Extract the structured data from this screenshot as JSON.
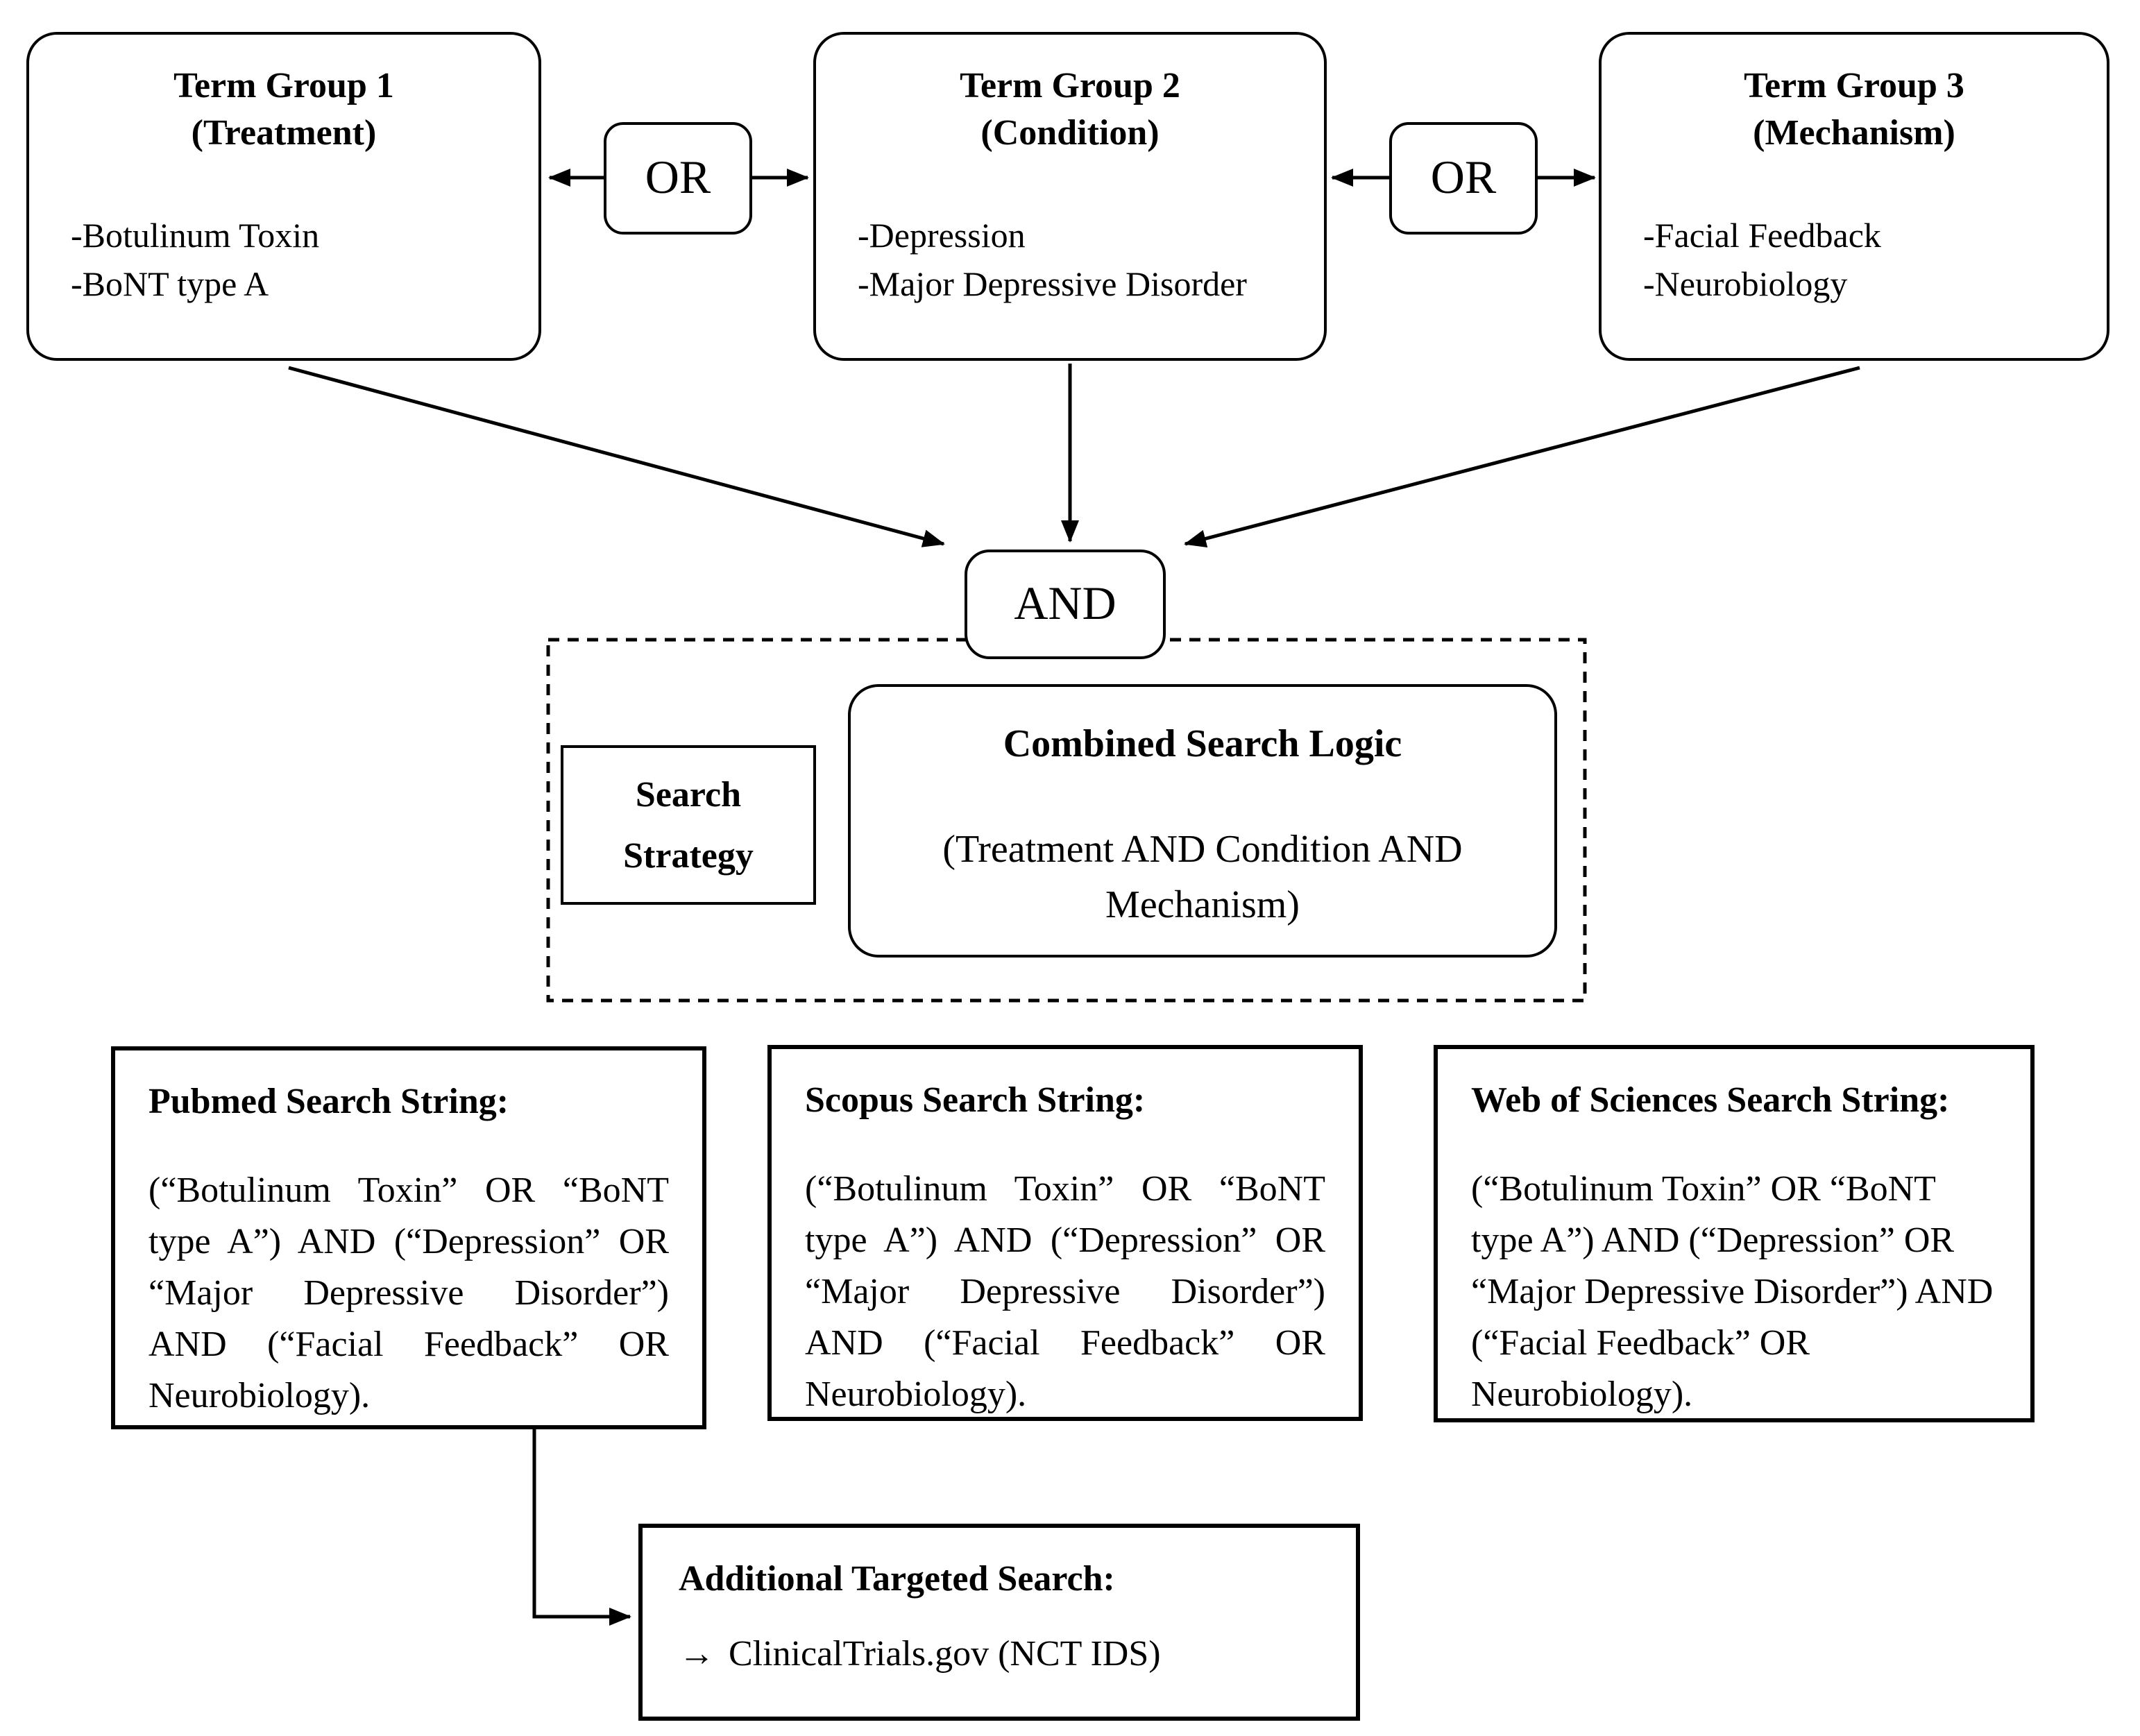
{
  "colors": {
    "ink": "#000000",
    "background": "#ffffff"
  },
  "diagram": {
    "term_groups": [
      {
        "title": "Term Group 1",
        "subtitle": "(Treatment)",
        "items": [
          "-Botulinum Toxin",
          "-BoNT type A"
        ]
      },
      {
        "title": "Term Group 2",
        "subtitle": "(Condition)",
        "items": [
          "-Depression",
          "-Major Depressive Disorder"
        ]
      },
      {
        "title": "Term Group 3",
        "subtitle": "(Mechanism)",
        "items": [
          "-Facial Feedback",
          "-Neurobiology"
        ]
      }
    ],
    "or_operator": "OR",
    "and_operator": "AND",
    "search_strategy": {
      "line1": "Search",
      "line2": "Strategy"
    },
    "combined_logic": {
      "title": "Combined Search Logic",
      "body": "(Treatment AND Condition AND Mechanism)"
    },
    "database_boxes": [
      {
        "title": "Pubmed Search String:",
        "body": "(“Botulinum Toxin” OR “BoNT type A”) AND (“Depression” OR “Major Depressive Disorder”) AND (“Facial Feedback” OR Neurobiology)."
      },
      {
        "title": "Scopus Search String:",
        "body": "(“Botulinum Toxin” OR “BoNT type A”) AND (“Depression” OR “Major Depressive Disorder”) AND (“Facial Feedback” OR Neurobiology)."
      },
      {
        "title": "Web of Sciences Search String:",
        "body": "(“Botulinum Toxin” OR “BoNT type A”) AND (“Depression” OR “Major Depressive Disorder”) AND (“Facial Feedback” OR Neurobiology)."
      }
    ],
    "additional_search": {
      "title": "Additional Targeted Search:",
      "pointer_icon": "→",
      "body": "ClinicalTrials.gov (NCT IDS)"
    }
  }
}
